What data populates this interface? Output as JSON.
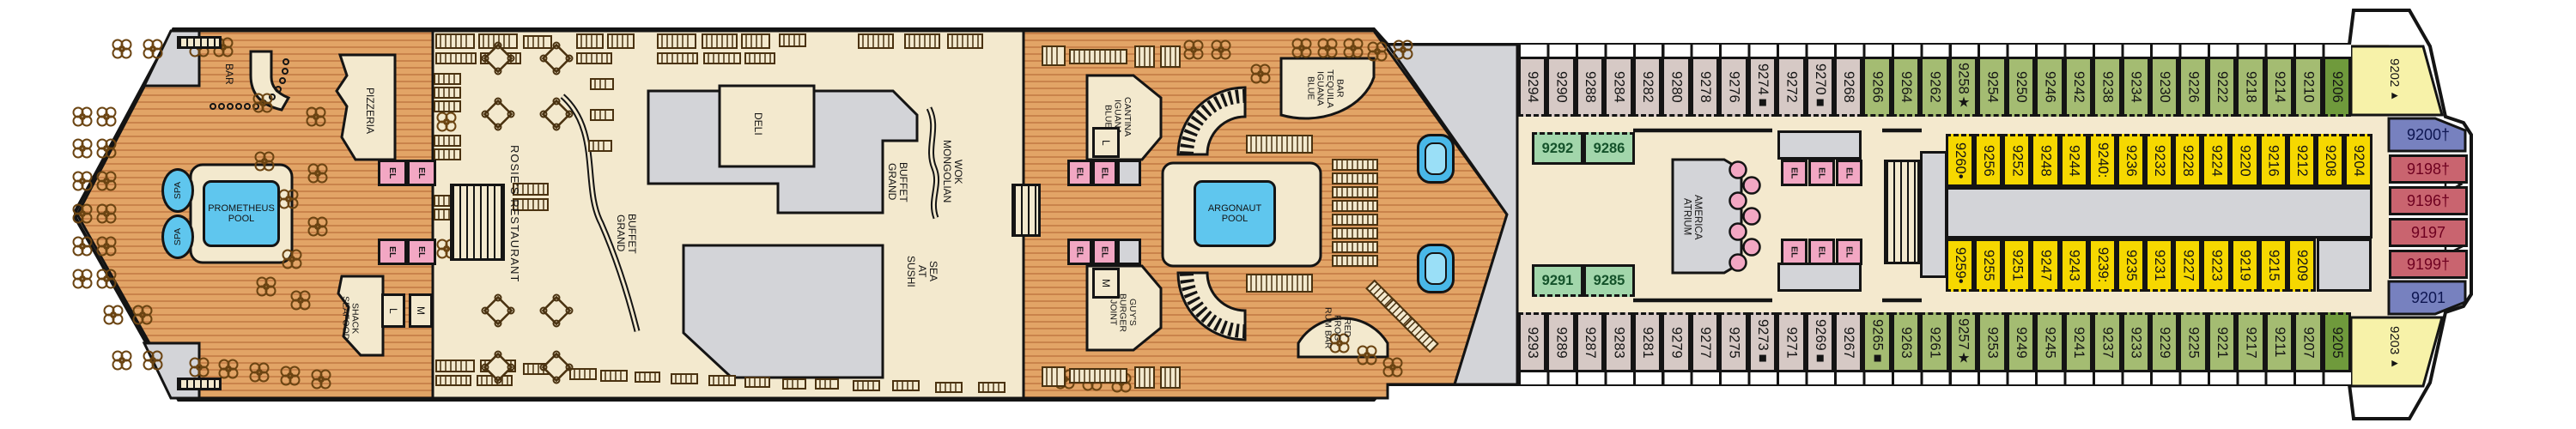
{
  "venues": {
    "bar": "BAR",
    "pizzeria": "PIZZERIA",
    "spa": "SPA",
    "prometheus_pool": "PROMETHEUS\nPOOL",
    "seafood_shack": "SEAFOOD\nSHACK",
    "rosies_restaurant": "ROSIE'S RESTAURANT",
    "deli": "DELI",
    "grand_buffet": "GRAND\nBUFFET",
    "mongolian_wok": "MONGOLIAN\nWOK",
    "sushi_at_sea": "SUSHI\nAT\nSEA",
    "blue_iguana_cantina": "BLUE\nIGUANA\nCANTINA",
    "blue_iguana_tequila_bar": "BLUE\nIGUANA\nTEQUILA\nBAR",
    "argonaut_pool": "ARGONAUT\nPOOL",
    "guys_burger_joint": "GUY'S\nBURGER\nJOINT",
    "red_frog_rum_bar": "RED\nFROG\nRUM BAR",
    "atrium": "ATRIUM\nAMERICA",
    "elevator": "EL",
    "room_l": "L",
    "room_m": "M"
  },
  "cabins": {
    "top_outer": [
      {
        "n": "9294",
        "c": "mauve"
      },
      {
        "n": "9290",
        "c": "mauve"
      },
      {
        "n": "9288",
        "c": "mauve"
      },
      {
        "n": "9284",
        "c": "mauve"
      },
      {
        "n": "9282",
        "c": "mauve"
      },
      {
        "n": "9280",
        "c": "mauve"
      },
      {
        "n": "9278",
        "c": "mauve"
      },
      {
        "n": "9276",
        "c": "mauve"
      },
      {
        "n": "9274■",
        "c": "mauve"
      },
      {
        "n": "9272",
        "c": "mauve"
      },
      {
        "n": "9270■",
        "c": "mauve"
      },
      {
        "n": "9268",
        "c": "mauve"
      },
      {
        "n": "9266",
        "c": "green"
      },
      {
        "n": "9264",
        "c": "green"
      },
      {
        "n": "9262",
        "c": "green"
      },
      {
        "n": "9258★",
        "c": "green"
      },
      {
        "n": "9254",
        "c": "green"
      },
      {
        "n": "9250",
        "c": "green"
      },
      {
        "n": "9246",
        "c": "green"
      },
      {
        "n": "9242",
        "c": "green"
      },
      {
        "n": "9238",
        "c": "green"
      },
      {
        "n": "9234",
        "c": "green"
      },
      {
        "n": "9230",
        "c": "green"
      },
      {
        "n": "9226",
        "c": "green"
      },
      {
        "n": "9222",
        "c": "green"
      },
      {
        "n": "9218",
        "c": "green"
      },
      {
        "n": "9214",
        "c": "green"
      },
      {
        "n": "9210",
        "c": "green"
      },
      {
        "n": "9206",
        "c": "dgreen"
      }
    ],
    "bottom_outer": [
      {
        "n": "9293",
        "c": "mauve"
      },
      {
        "n": "9289",
        "c": "mauve"
      },
      {
        "n": "9287",
        "c": "mauve"
      },
      {
        "n": "9283",
        "c": "mauve"
      },
      {
        "n": "9281",
        "c": "mauve"
      },
      {
        "n": "9279",
        "c": "mauve"
      },
      {
        "n": "9277",
        "c": "mauve"
      },
      {
        "n": "9275",
        "c": "mauve"
      },
      {
        "n": "9273■",
        "c": "mauve"
      },
      {
        "n": "9271",
        "c": "mauve"
      },
      {
        "n": "9269■",
        "c": "mauve"
      },
      {
        "n": "9267",
        "c": "mauve"
      },
      {
        "n": "9265■",
        "c": "green"
      },
      {
        "n": "9263",
        "c": "green"
      },
      {
        "n": "9261",
        "c": "green"
      },
      {
        "n": "9257★",
        "c": "green"
      },
      {
        "n": "9253",
        "c": "green"
      },
      {
        "n": "9249",
        "c": "green"
      },
      {
        "n": "9245",
        "c": "green"
      },
      {
        "n": "9241",
        "c": "green"
      },
      {
        "n": "9237",
        "c": "green"
      },
      {
        "n": "9233",
        "c": "green"
      },
      {
        "n": "9229",
        "c": "green"
      },
      {
        "n": "9225",
        "c": "green"
      },
      {
        "n": "9221",
        "c": "green"
      },
      {
        "n": "9217",
        "c": "green"
      },
      {
        "n": "9211",
        "c": "green"
      },
      {
        "n": "9207",
        "c": "green"
      },
      {
        "n": "9205",
        "c": "dgreen"
      }
    ],
    "top_inner_left": [
      {
        "n": "9292",
        "c": "mint"
      },
      {
        "n": "9286",
        "c": "mint"
      }
    ],
    "bottom_inner_left": [
      {
        "n": "9291",
        "c": "mint"
      },
      {
        "n": "9285",
        "c": "mint"
      }
    ],
    "top_inner_right": [
      {
        "n": "9260•",
        "c": "yellow"
      },
      {
        "n": "9256",
        "c": "yellow"
      },
      {
        "n": "9252",
        "c": "yellow"
      },
      {
        "n": "9248",
        "c": "yellow"
      },
      {
        "n": "9244",
        "c": "yellow"
      },
      {
        "n": "9240:",
        "c": "yellow"
      },
      {
        "n": "9236",
        "c": "yellow"
      },
      {
        "n": "9232",
        "c": "yellow"
      },
      {
        "n": "9228",
        "c": "yellow"
      },
      {
        "n": "9224",
        "c": "yellow"
      },
      {
        "n": "9220",
        "c": "yellow"
      },
      {
        "n": "9216",
        "c": "yellow"
      },
      {
        "n": "9212",
        "c": "yellow"
      },
      {
        "n": "9208",
        "c": "yellow"
      },
      {
        "n": "9204",
        "c": "yellow"
      }
    ],
    "bottom_inner_right": [
      {
        "n": "9259•",
        "c": "yellow"
      },
      {
        "n": "9255",
        "c": "yellow"
      },
      {
        "n": "9251",
        "c": "yellow"
      },
      {
        "n": "9247",
        "c": "yellow"
      },
      {
        "n": "9243",
        "c": "yellow"
      },
      {
        "n": "9239:",
        "c": "yellow"
      },
      {
        "n": "9235",
        "c": "yellow"
      },
      {
        "n": "9231",
        "c": "yellow"
      },
      {
        "n": "9227",
        "c": "yellow"
      },
      {
        "n": "9223",
        "c": "yellow"
      },
      {
        "n": "9219",
        "c": "yellow"
      },
      {
        "n": "9215",
        "c": "yellow"
      },
      {
        "n": "9209",
        "c": "yellow"
      }
    ]
  },
  "stern_cabins": [
    {
      "n": "9202▸",
      "c": "paleyellow"
    },
    {
      "n": "9200†",
      "c": "blue"
    },
    {
      "n": "9198†",
      "c": "red"
    },
    {
      "n": "9196†",
      "c": "red"
    },
    {
      "n": "9197",
      "c": "red"
    },
    {
      "n": "9199†",
      "c": "red"
    },
    {
      "n": "9201",
      "c": "blue"
    },
    {
      "n": "9203▸",
      "c": "paleyellow"
    }
  ],
  "colors": {
    "wood": "#E2A466",
    "wood_stripe": "#C9834B",
    "cream": "#F3E9CE",
    "service_gray": "#D3D4D8",
    "elevator_pink": "#F2A7C3",
    "pool_blue": "#5FC6EE",
    "cabin_mauve": "#D6C9C5",
    "cabin_green": "#A4BC72",
    "cabin_dark_green": "#6F9A3C",
    "cabin_mint": "#A2D6AB",
    "cabin_yellow": "#F6D800",
    "cabin_pale_yellow": "#F7F2A9",
    "cabin_blue": "#7781BF",
    "cabin_red": "#C9646F",
    "outline": "#141414"
  }
}
